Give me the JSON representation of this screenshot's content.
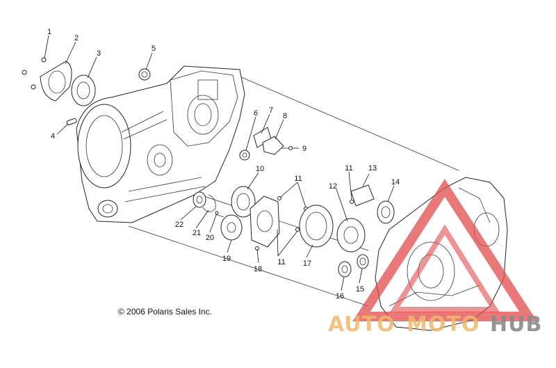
{
  "copyright": "© 2006 Polaris Sales Inc.",
  "watermark": {
    "part1": "AUTO",
    "part2": "MOTO",
    "part3": "HUB",
    "colors": {
      "orange": "#f0b86e",
      "gray": "#8a8a8a",
      "red": "#e24b4b"
    }
  },
  "callouts": {
    "c1": "1",
    "c2": "2",
    "c3": "3",
    "c4": "4",
    "c5": "5",
    "c6": "6",
    "c7": "7",
    "c8": "8",
    "c9": "9",
    "c10": "10",
    "c11a": "11",
    "c11b": "11",
    "c11c": "11",
    "c12": "12",
    "c13": "13",
    "c14": "14",
    "c15": "15",
    "c16": "16",
    "c17": "17",
    "c18": "18",
    "c19": "19",
    "c20": "20",
    "c21": "21",
    "c22": "22"
  }
}
